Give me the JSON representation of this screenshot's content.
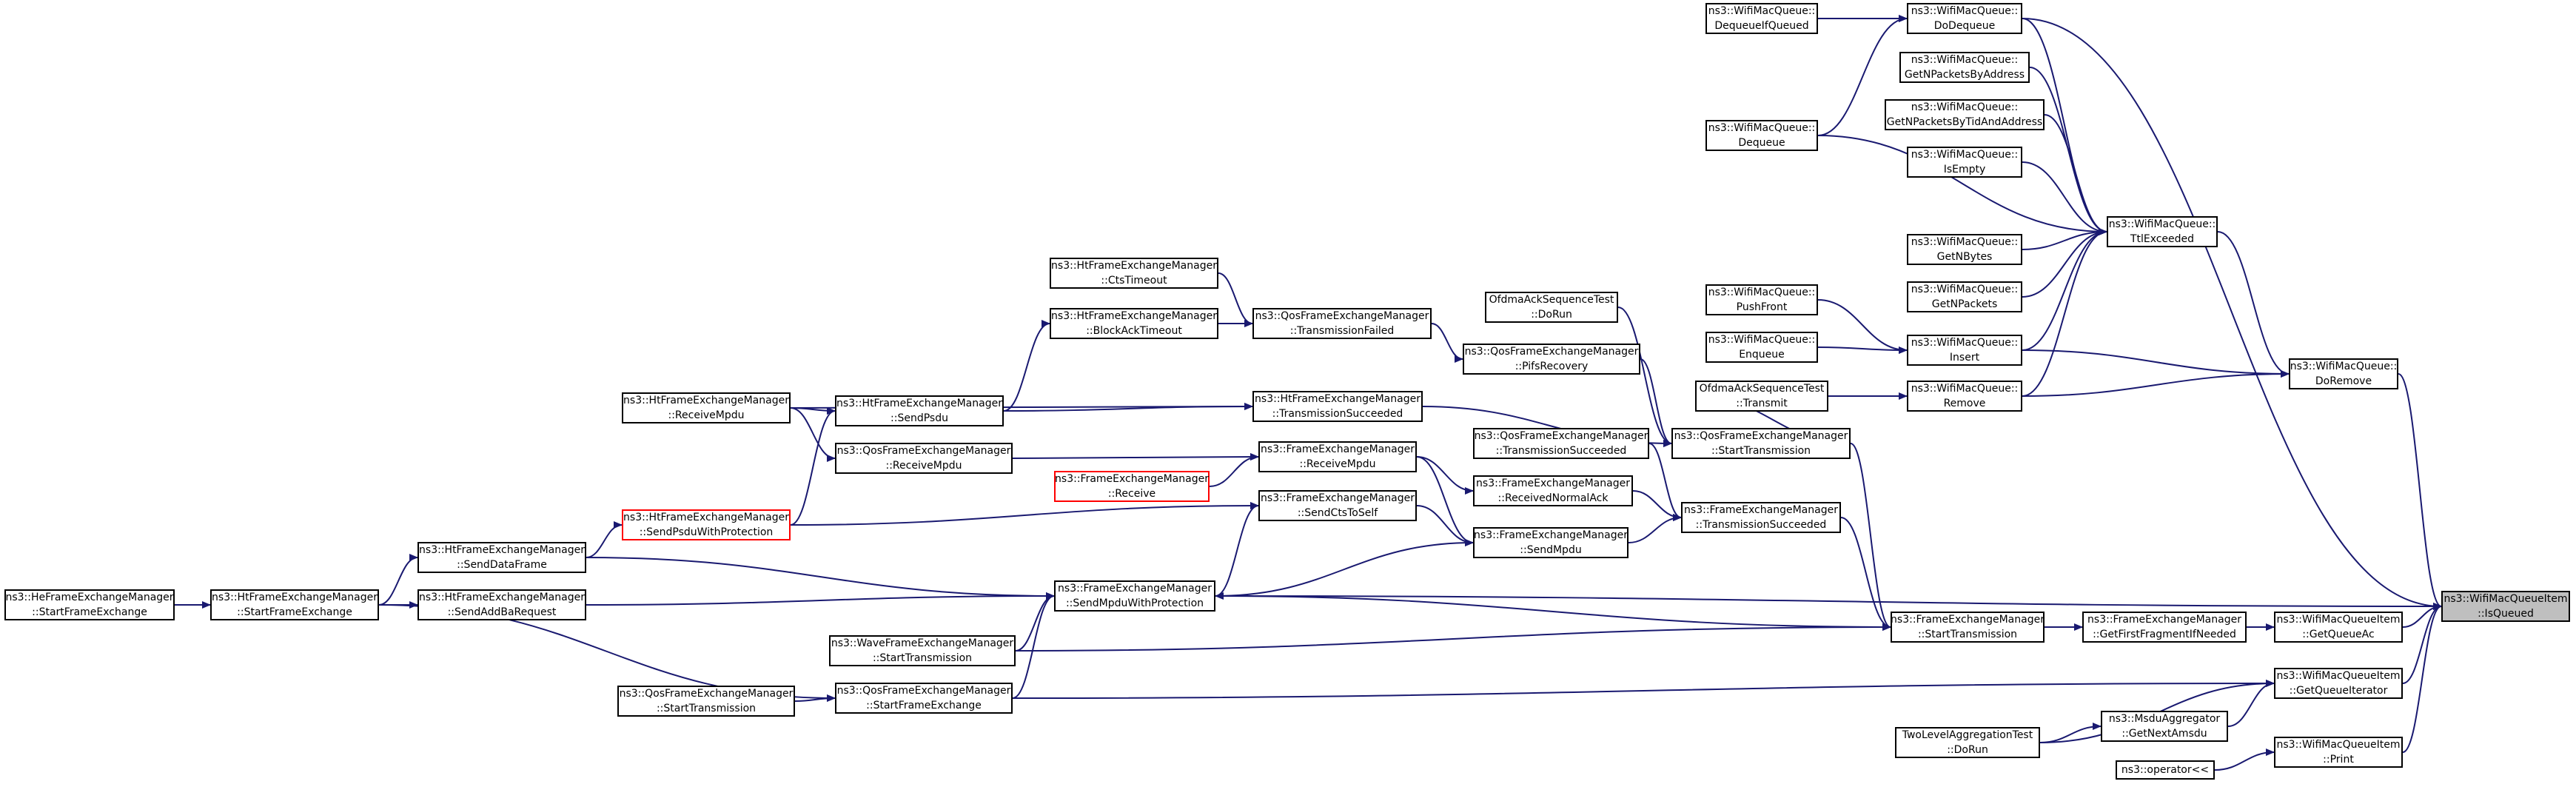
{
  "nodes": [
    {
      "id": "isqueued",
      "l1": "ns3::WifiMacQueueItem",
      "l2": "::IsQueued",
      "name": "node-wifimacqueueitem-isqueued",
      "focus": true
    },
    {
      "id": "getqueueac",
      "l1": "ns3::WifiMacQueueItem",
      "l2": "::GetQueueAc",
      "name": "node-wifimacqueueitem-getqueueac"
    },
    {
      "id": "getqueueit",
      "l1": "ns3::WifiMacQueueItem",
      "l2": "::GetQueueIterator",
      "name": "node-wifimacqueueitem-getqueueiterator"
    },
    {
      "id": "print",
      "l1": "ns3::WifiMacQueueItem",
      "l2": "::Print",
      "name": "node-wifimacqueueitem-print"
    },
    {
      "id": "operatorlt",
      "l1": "ns3::operator<<",
      "l2": "",
      "name": "node-operator-shift"
    },
    {
      "id": "getnextamsdu",
      "l1": "ns3::MsduAggregator",
      "l2": "::GetNextAmsdu",
      "name": "node-msduaggregator-getnextamsdu"
    },
    {
      "id": "twolevel",
      "l1": "TwoLevelAggregationTest",
      "l2": "::DoRun",
      "name": "node-twolevelaggregationtest-dorun"
    },
    {
      "id": "getfirstfrag",
      "l1": "ns3::FrameExchangeManager",
      "l2": "::GetFirstFragmentIfNeeded",
      "name": "node-fem-getfirstfragmentifneeded"
    },
    {
      "id": "femstarttx",
      "l1": "ns3::FrameExchangeManager",
      "l2": "::StartTransmission",
      "name": "node-fem-starttransmission"
    },
    {
      "id": "qosstarttx",
      "l1": "ns3::QosFrameExchangeManager",
      "l2": "::StartTransmission",
      "name": "node-qosfem-starttransmission"
    },
    {
      "id": "femtxsucc",
      "l1": "ns3::FrameExchangeManager",
      "l2": "::TransmissionSucceeded",
      "name": "node-fem-transmissionsucceeded"
    },
    {
      "id": "oftransmit",
      "l1": "OfdmaAckSequenceTest",
      "l2": "::Transmit",
      "name": "node-ofdmaacksequencetest-transmit"
    },
    {
      "id": "ofdorun",
      "l1": "OfdmaAckSequenceTest",
      "l2": "::DoRun",
      "name": "node-ofdmaacksequencetest-dorun"
    },
    {
      "id": "pifs",
      "l1": "ns3::QosFrameExchangeManager",
      "l2": "::PifsRecovery",
      "name": "node-qosfem-pifsrecovery"
    },
    {
      "id": "qostxsucc",
      "l1": "ns3::QosFrameExchangeManager",
      "l2": "::TransmissionSucceeded",
      "name": "node-qosfem-transmissionsucceeded"
    },
    {
      "id": "recvnormalack",
      "l1": "ns3::FrameExchangeManager",
      "l2": "::ReceivedNormalAck",
      "name": "node-fem-receivednormalack"
    },
    {
      "id": "sendmpdu",
      "l1": "ns3::FrameExchangeManager",
      "l2": "::SendMpdu",
      "name": "node-fem-sendmpdu"
    },
    {
      "id": "domove",
      "l1": "ns3::WifiMacQueue::",
      "l2": "DoRemove",
      "name": "node-wifimacqueue-doremove"
    },
    {
      "id": "ttlexceeded",
      "l1": "ns3::WifiMacQueue::",
      "l2": "TtlExceeded",
      "name": "node-wifimacqueue-ttlexceeded"
    },
    {
      "id": "insert",
      "l1": "ns3::WifiMacQueue::",
      "l2": "Insert",
      "name": "node-wifimacqueue-insert"
    },
    {
      "id": "remove",
      "l1": "ns3::WifiMacQueue::",
      "l2": "Remove",
      "name": "node-wifimacqueue-remove"
    },
    {
      "id": "dodequeue",
      "l1": "ns3::WifiMacQueue::",
      "l2": "DoDequeue",
      "name": "node-wifimacqueue-dodequeue"
    },
    {
      "id": "getnpbyaddr",
      "l1": "ns3::WifiMacQueue::",
      "l2": "GetNPacketsByAddress",
      "name": "node-wifimacqueue-getnpacketsbyaddress"
    },
    {
      "id": "getnpbytid",
      "l1": "ns3::WifiMacQueue::",
      "l2": "GetNPacketsByTidAndAddress",
      "name": "node-wifimacqueue-getnpacketsbytidandaddress"
    },
    {
      "id": "isempty",
      "l1": "ns3::WifiMacQueue::",
      "l2": "IsEmpty",
      "name": "node-wifimacqueue-isempty"
    },
    {
      "id": "getnbytes",
      "l1": "ns3::WifiMacQueue::",
      "l2": "GetNBytes",
      "name": "node-wifimacqueue-getnbytes"
    },
    {
      "id": "getnpackets",
      "l1": "ns3::WifiMacQueue::",
      "l2": "GetNPackets",
      "name": "node-wifimacqueue-getnpackets"
    },
    {
      "id": "dequeueif",
      "l1": "ns3::WifiMacQueue::",
      "l2": "DequeueIfQueued",
      "name": "node-wifimacqueue-dequeueifqueued"
    },
    {
      "id": "dequeue",
      "l1": "ns3::WifiMacQueue::",
      "l2": "Dequeue",
      "name": "node-wifimacqueue-dequeue"
    },
    {
      "id": "pushfront",
      "l1": "ns3::WifiMacQueue::",
      "l2": "PushFront",
      "name": "node-wifimacqueue-pushfront"
    },
    {
      "id": "enqueue",
      "l1": "ns3::WifiMacQueue::",
      "l2": "Enqueue",
      "name": "node-wifimacqueue-enqueue"
    },
    {
      "id": "ctstimeout",
      "l1": "ns3::HtFrameExchangeManager",
      "l2": "::CtsTimeout",
      "name": "node-htfem-ctstimeout"
    },
    {
      "id": "blockacktimeout",
      "l1": "ns3::HtFrameExchangeManager",
      "l2": "::BlockAckTimeout",
      "name": "node-htfem-blockacktimeout"
    },
    {
      "id": "txfailed",
      "l1": "ns3::QosFrameExchangeManager",
      "l2": "::TransmissionFailed",
      "name": "node-qosfem-transmissionfailed"
    },
    {
      "id": "httxsucc",
      "l1": "ns3::HtFrameExchangeManager",
      "l2": "::TransmissionSucceeded",
      "name": "node-htfem-transmissionsucceeded"
    },
    {
      "id": "femrecvmpdu",
      "l1": "ns3::FrameExchangeManager",
      "l2": "::ReceiveMpdu",
      "name": "node-fem-receivempdu"
    },
    {
      "id": "femreceive",
      "l1": "ns3::FrameExchangeManager",
      "l2": "::Receive",
      "name": "node-fem-receive",
      "red": true
    },
    {
      "id": "sendctstoself",
      "l1": "ns3::FrameExchangeManager",
      "l2": "::SendCtsToSelf",
      "name": "node-fem-sendctstoself"
    },
    {
      "id": "sendmpduwp",
      "l1": "ns3::FrameExchangeManager",
      "l2": "::SendMpduWithProtection",
      "name": "node-fem-sendmpduwithprotection"
    },
    {
      "id": "htsendpsdu",
      "l1": "ns3::HtFrameExchangeManager",
      "l2": "::SendPsdu",
      "name": "node-htfem-sendpsdu"
    },
    {
      "id": "qosrecvmpdu",
      "l1": "ns3::QosFrameExchangeManager",
      "l2": "::ReceiveMpdu",
      "name": "node-qosfem-receivempdu"
    },
    {
      "id": "wavestarttx",
      "l1": "ns3::WaveFrameExchangeManager",
      "l2": "::StartTransmission",
      "name": "node-wavefem-starttransmission"
    },
    {
      "id": "qosstartfe",
      "l1": "ns3::QosFrameExchangeManager",
      "l2": "::StartFrameExchange",
      "name": "node-qosfem-startframeexchange"
    },
    {
      "id": "qosstarttx2",
      "l1": "ns3::QosFrameExchangeManager",
      "l2": "::StartTransmission",
      "name": "node-qosfem-starttransmission-2"
    },
    {
      "id": "htrecvmpdu",
      "l1": "ns3::HtFrameExchangeManager",
      "l2": "::ReceiveMpdu",
      "name": "node-htfem-receivempdu"
    },
    {
      "id": "htsendpsduwp",
      "l1": "ns3::HtFrameExchangeManager",
      "l2": "::SendPsduWithProtection",
      "name": "node-htfem-sendpsduwithprotection",
      "red": true
    },
    {
      "id": "htsenddata",
      "l1": "ns3::HtFrameExchangeManager",
      "l2": "::SendDataFrame",
      "name": "node-htfem-senddataframe"
    },
    {
      "id": "htsendaddba",
      "l1": "ns3::HtFrameExchangeManager",
      "l2": "::SendAddBaRequest",
      "name": "node-htfem-sendaddbarequest"
    },
    {
      "id": "htstartfe",
      "l1": "ns3::HtFrameExchangeManager",
      "l2": "::StartFrameExchange",
      "name": "node-htfem-startframeexchange"
    },
    {
      "id": "hestartfe",
      "l1": "ns3::HeFrameExchangeManager",
      "l2": "::StartFrameExchange",
      "name": "node-hefem-startframeexchange"
    }
  ],
  "edges": [
    [
      "getqueueac",
      "isqueued"
    ],
    [
      "getqueueit",
      "isqueued"
    ],
    [
      "print",
      "isqueued"
    ],
    [
      "domove",
      "isqueued"
    ],
    [
      "dodequeue",
      "isqueued"
    ],
    [
      "sendmpduwp",
      "isqueued"
    ],
    [
      "operatorlt",
      "print"
    ],
    [
      "getnextamsdu",
      "getqueueit"
    ],
    [
      "twolevel",
      "getnextamsdu"
    ],
    [
      "getfirstfrag",
      "getqueueac"
    ],
    [
      "qosstartfe",
      "getqueueit"
    ],
    [
      "femstarttx",
      "getfirstfrag"
    ],
    [
      "qosstarttx",
      "femstarttx"
    ],
    [
      "femtxsucc",
      "femstarttx"
    ],
    [
      "oftransmit",
      "qosstarttx"
    ],
    [
      "ofdorun",
      "qosstarttx"
    ],
    [
      "pifs",
      "qosstarttx"
    ],
    [
      "qostxsucc",
      "femtxsucc"
    ],
    [
      "recvnormalack",
      "femtxsucc"
    ],
    [
      "sendmpdu",
      "femtxsucc"
    ],
    [
      "ttlexceeded",
      "domove"
    ],
    [
      "insert",
      "domove"
    ],
    [
      "remove",
      "domove"
    ],
    [
      "dodequeue",
      "ttlexceeded"
    ],
    [
      "getnpbyaddr",
      "ttlexceeded"
    ],
    [
      "getnpbytid",
      "ttlexceeded"
    ],
    [
      "isempty",
      "ttlexceeded"
    ],
    [
      "getnbytes",
      "ttlexceeded"
    ],
    [
      "getnpackets",
      "ttlexceeded"
    ],
    [
      "insert",
      "ttlexceeded"
    ],
    [
      "remove",
      "ttlexceeded"
    ],
    [
      "dequeue",
      "ttlexceeded"
    ],
    [
      "dequeueif",
      "dodequeue"
    ],
    [
      "dequeue",
      "dodequeue"
    ],
    [
      "pushfront",
      "insert"
    ],
    [
      "enqueue",
      "insert"
    ],
    [
      "oftransmit",
      "remove"
    ],
    [
      "ctstimeout",
      "txfailed"
    ],
    [
      "blockacktimeout",
      "txfailed"
    ],
    [
      "txfailed",
      "pifs"
    ],
    [
      "httxsucc",
      "qosstarttx"
    ],
    [
      "femrecvmpdu",
      "recvnormalack"
    ],
    [
      "femreceive",
      "femrecvmpdu"
    ],
    [
      "sendctstoself",
      "sendmpdu"
    ],
    [
      "femrecvmpdu",
      "sendmpdu"
    ],
    [
      "sendmpduwp",
      "sendmpdu"
    ],
    [
      "sendmpduwp",
      "sendctstoself"
    ],
    [
      "htsendpsdu",
      "blockacktimeout"
    ],
    [
      "htsendpsdu",
      "httxsucc"
    ],
    [
      "qosrecvmpdu",
      "femrecvmpdu"
    ],
    [
      "htsendpsduwp",
      "sendctstoself"
    ],
    [
      "htsendpsduwp",
      "htsendpsdu"
    ],
    [
      "htrecvmpdu",
      "htsendpsdu"
    ],
    [
      "htrecvmpdu",
      "httxsucc"
    ],
    [
      "htrecvmpdu",
      "qosrecvmpdu"
    ],
    [
      "htsenddata",
      "htsendpsduwp"
    ],
    [
      "htsenddata",
      "sendmpduwp"
    ],
    [
      "htsendaddba",
      "sendmpduwp"
    ],
    [
      "htstartfe",
      "htsenddata"
    ],
    [
      "htstartfe",
      "htsendaddba"
    ],
    [
      "htstartfe",
      "qosstartfe"
    ],
    [
      "hestartfe",
      "htstartfe"
    ],
    [
      "femstarttx",
      "sendmpduwp"
    ],
    [
      "wavestarttx",
      "sendmpduwp"
    ],
    [
      "qosstartfe",
      "sendmpduwp"
    ],
    [
      "qosstarttx2",
      "qosstartfe"
    ],
    [
      "wavestarttx",
      "femstarttx"
    ],
    [
      "twolevel",
      "getqueueit"
    ]
  ]
}
